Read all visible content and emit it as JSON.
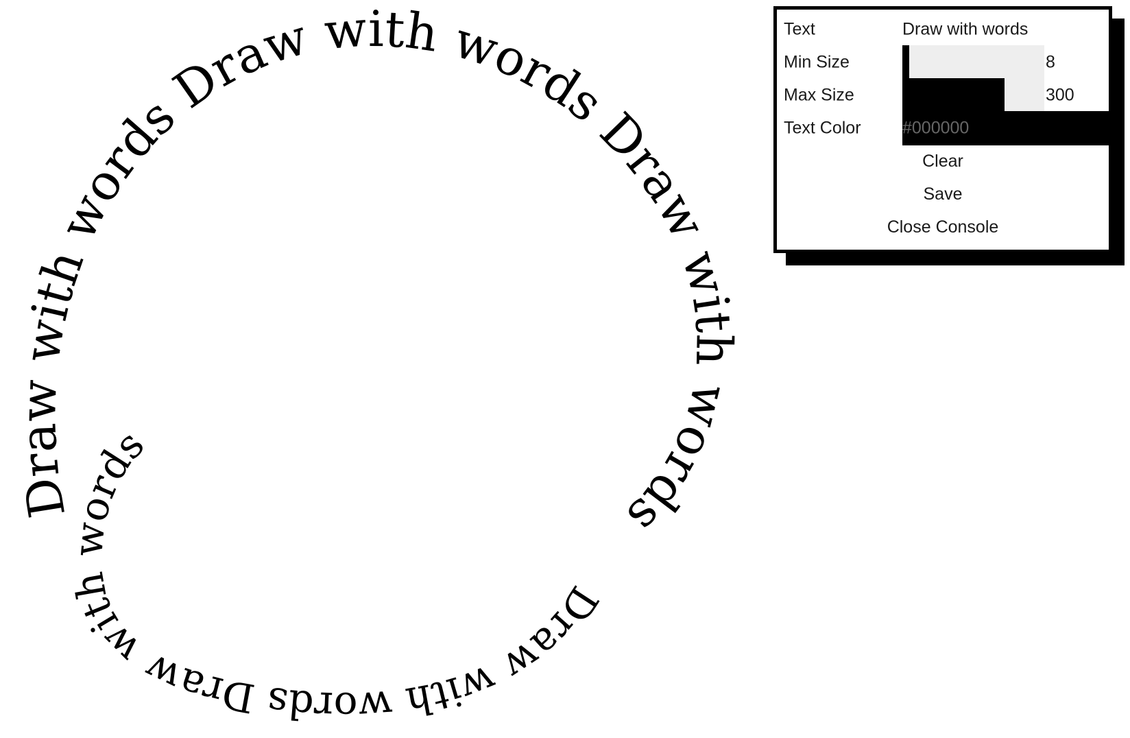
{
  "artwork": {
    "phrase": "Draw with words",
    "text_color": "#000000"
  },
  "console": {
    "fields": {
      "text": {
        "label": "Text",
        "value": "Draw with words"
      },
      "min_size": {
        "label": "Min Size",
        "value": "8",
        "level": 0.05
      },
      "max_size": {
        "label": "Max Size",
        "value": "300",
        "level": 0.72
      },
      "text_color": {
        "label": "Text Color",
        "value": "#000000"
      }
    },
    "actions": {
      "clear": "Clear",
      "save": "Save",
      "close": "Close Console"
    }
  }
}
